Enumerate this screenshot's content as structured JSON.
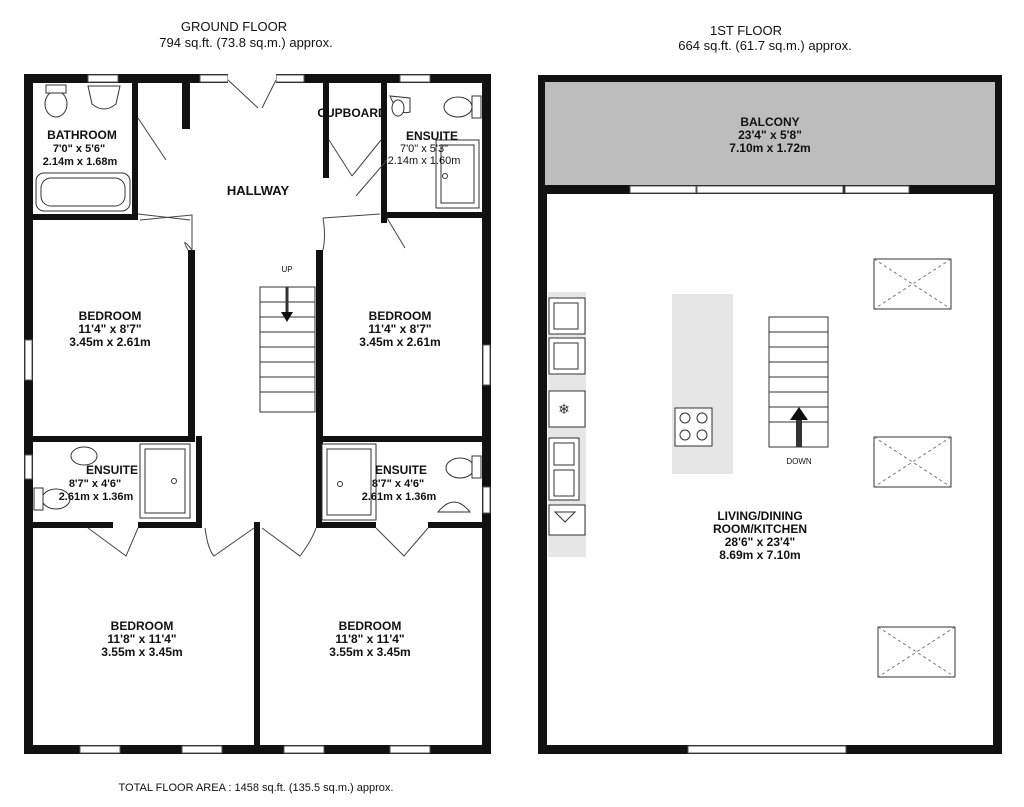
{
  "ground_floor": {
    "title": "GROUND FLOOR",
    "area": "794 sq.ft. (73.8 sq.m.) approx.",
    "rooms": {
      "bathroom": {
        "name": "BATHROOM",
        "imperial": "7'0\"  x 5'6\"",
        "metric": "2.14m  x 1.68m"
      },
      "cupboard": {
        "name": "CUPBOARD"
      },
      "ensuite_top": {
        "name": "ENSUITE",
        "imperial": "7'0\"  x 5'3\"",
        "metric": "2.14m  x 1.60m"
      },
      "hallway": {
        "name": "HALLWAY"
      },
      "bedroom_left_upper": {
        "name": "BEDROOM",
        "imperial": "11'4\"  x 8'7\"",
        "metric": "3.45m  x 2.61m"
      },
      "bedroom_right_upper": {
        "name": "BEDROOM",
        "imperial": "11'4\"  x 8'7\"",
        "metric": "3.45m  x 2.61m"
      },
      "ensuite_left": {
        "name": "ENSUITE",
        "imperial": "8'7\"  x 4'6\"",
        "metric": "2.61m  x 1.36m"
      },
      "ensuite_right": {
        "name": "ENSUITE",
        "imperial": "8'7\"  x 4'6\"",
        "metric": "2.61m  x 1.36m"
      },
      "bedroom_left_lower": {
        "name": "BEDROOM",
        "imperial": "11'8\"  x 11'4\"",
        "metric": "3.55m  x 3.45m"
      },
      "bedroom_right_lower": {
        "name": "BEDROOM",
        "imperial": "11'8\"  x 11'4\"",
        "metric": "3.55m  x 3.45m"
      }
    },
    "stair_label": "UP"
  },
  "first_floor": {
    "title": "1ST FLOOR",
    "area": "664 sq.ft. (61.7 sq.m.) approx.",
    "rooms": {
      "balcony": {
        "name": "BALCONY",
        "imperial": "23'4\"  x 5'8\"",
        "metric": "7.10m  x 1.72m"
      },
      "living": {
        "name1": "LIVING/DINING",
        "name2": "ROOM/KITCHEN",
        "imperial": "28'6\"  x 23'4\"",
        "metric": "8.69m  x 7.10m"
      }
    },
    "stair_label": "DOWN"
  },
  "total": "TOTAL FLOOR AREA : 1458 sq.ft. (135.5 sq.m.) approx.",
  "colors": {
    "wall": "#111111",
    "balcony": "#bdbdbd",
    "island": "#e6e6e6"
  }
}
